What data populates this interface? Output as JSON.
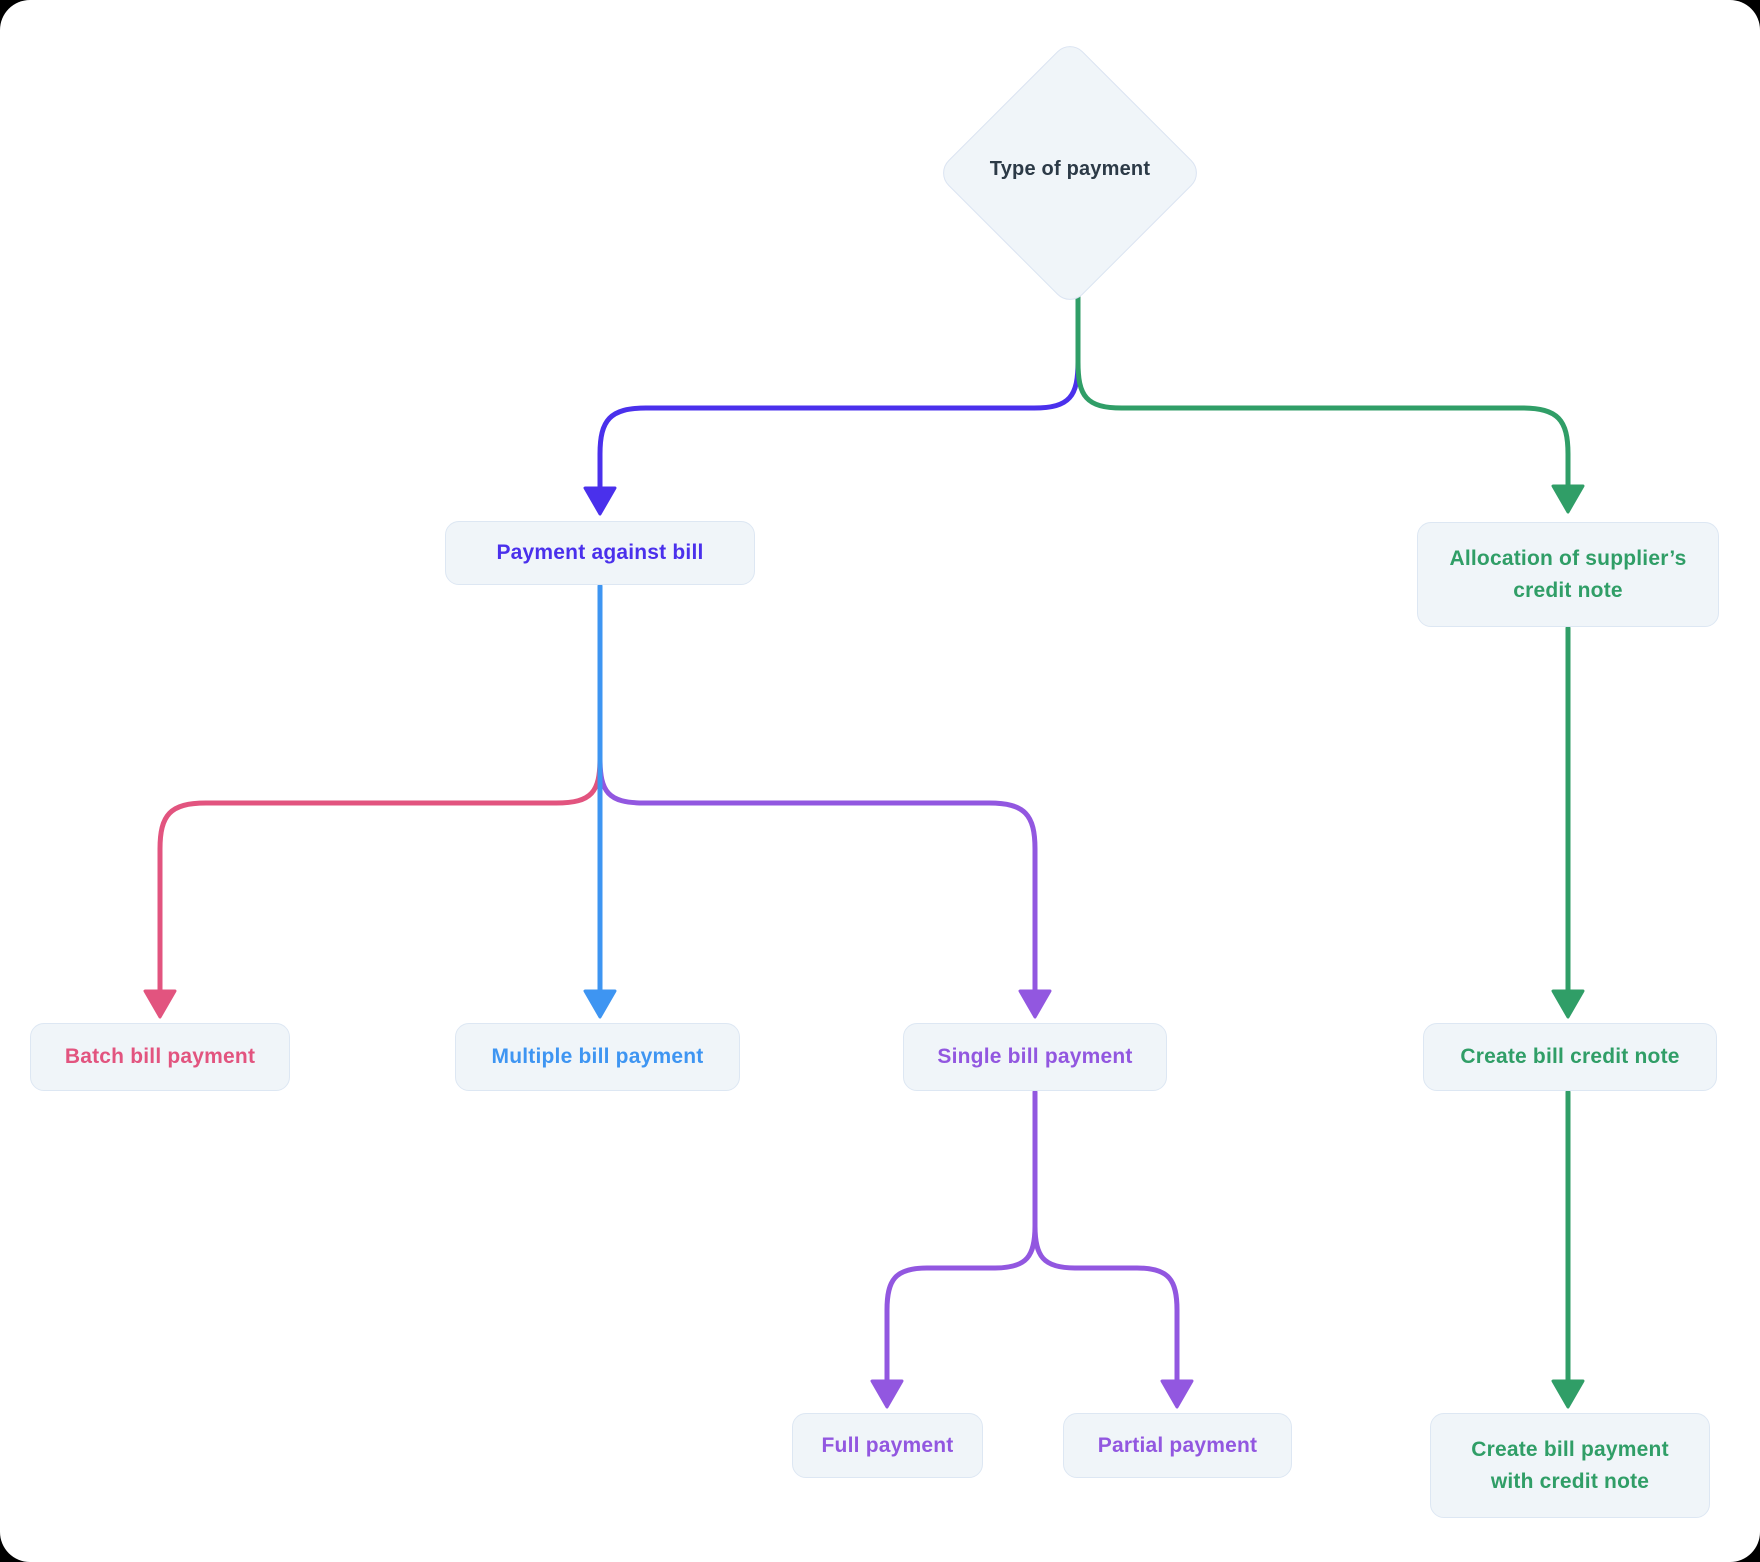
{
  "colors": {
    "indigo": "#4a30ec",
    "green": "#309e67",
    "pink": "#e2547f",
    "blue": "#3e95f2",
    "purple": "#9257e0",
    "dark": "#2c3a47",
    "node_fill": "#f0f5f9",
    "node_border": "#dde7f3"
  },
  "diagram": {
    "root": {
      "label": "Type of payment",
      "shape": "diamond",
      "color_key": "dark"
    },
    "nodes": [
      {
        "id": "payment-against-bill",
        "label": "Payment against bill",
        "color_key": "indigo"
      },
      {
        "id": "allocation-credit-note",
        "label": "Allocation of supplier’s credit note",
        "color_key": "green"
      },
      {
        "id": "batch-bill-payment",
        "label": "Batch bill payment",
        "color_key": "pink"
      },
      {
        "id": "multiple-bill-payment",
        "label": "Multiple bill payment",
        "color_key": "blue"
      },
      {
        "id": "single-bill-payment",
        "label": "Single bill payment",
        "color_key": "purple"
      },
      {
        "id": "create-bill-credit-note",
        "label": "Create bill credit note",
        "color_key": "green"
      },
      {
        "id": "full-payment",
        "label": "Full payment",
        "color_key": "purple"
      },
      {
        "id": "partial-payment",
        "label": "Partial payment",
        "color_key": "purple"
      },
      {
        "id": "create-bill-payment-with-credit-note",
        "label": "Create bill payment with credit note",
        "color_key": "green"
      }
    ],
    "edges": [
      {
        "from": "type-of-payment",
        "to": "payment-against-bill",
        "color_key": "indigo"
      },
      {
        "from": "type-of-payment",
        "to": "allocation-credit-note",
        "color_key": "green"
      },
      {
        "from": "payment-against-bill",
        "to": "batch-bill-payment",
        "color_key": "pink"
      },
      {
        "from": "payment-against-bill",
        "to": "multiple-bill-payment",
        "color_key": "blue"
      },
      {
        "from": "payment-against-bill",
        "to": "single-bill-payment",
        "color_key": "purple"
      },
      {
        "from": "single-bill-payment",
        "to": "full-payment",
        "color_key": "purple"
      },
      {
        "from": "single-bill-payment",
        "to": "partial-payment",
        "color_key": "purple"
      },
      {
        "from": "allocation-credit-note",
        "to": "create-bill-credit-note",
        "color_key": "green"
      },
      {
        "from": "create-bill-credit-note",
        "to": "create-bill-payment-with-credit-note",
        "color_key": "green"
      }
    ]
  }
}
